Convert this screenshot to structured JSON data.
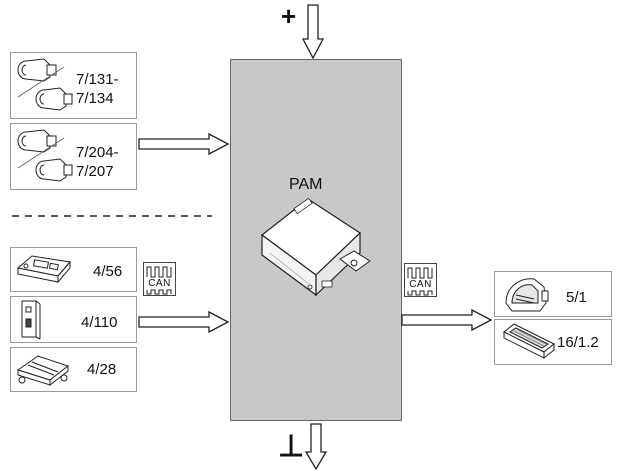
{
  "module": {
    "name": "PAM",
    "fill_color": "#c8c8c8"
  },
  "power": {
    "positive_symbol": "+",
    "ground_symbol": "⊥"
  },
  "dashed_separator": true,
  "inputs_top": [
    {
      "label_line1": "7/131-",
      "label_line2": "7/134",
      "icon": "parking-sensor-icon"
    },
    {
      "label_line1": "7/204-",
      "label_line2": "7/207",
      "icon": "parking-sensor-icon"
    }
  ],
  "inputs_bottom": [
    {
      "label": "4/56",
      "icon": "control-module-icon"
    },
    {
      "label": "4/110",
      "icon": "switch-icon"
    },
    {
      "label": "4/28",
      "icon": "module-icon"
    }
  ],
  "outputs": [
    {
      "label": "5/1",
      "icon": "display-icon"
    },
    {
      "label": "16/1.2",
      "icon": "speaker-icon"
    }
  ],
  "can_badge": {
    "text": "CAN"
  }
}
